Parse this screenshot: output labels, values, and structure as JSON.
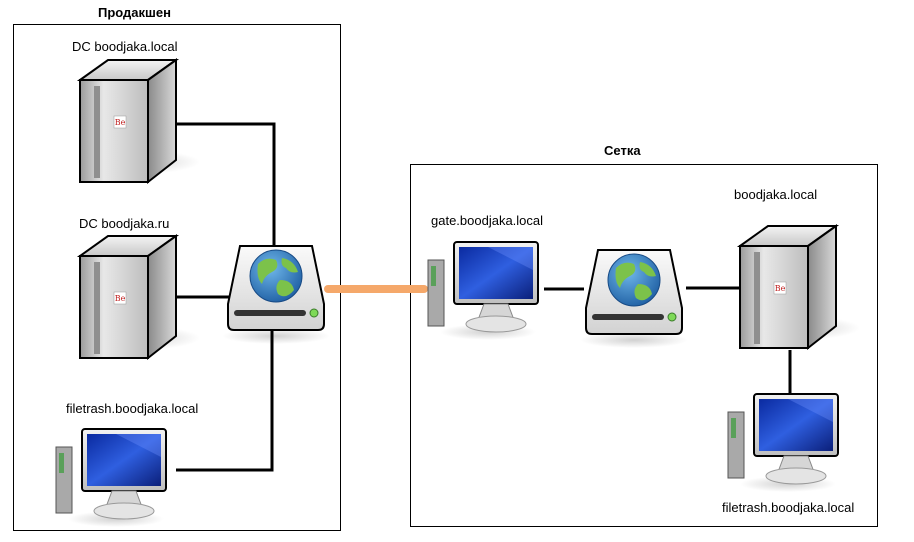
{
  "zones": {
    "production": {
      "title": "Продакшен"
    },
    "network": {
      "title": "Сетка"
    }
  },
  "nodes": {
    "dc_local": {
      "label": "DC boodjaka.local",
      "icon": "server-icon"
    },
    "dc_ru": {
      "label": "DC boodjaka.ru",
      "icon": "server-icon"
    },
    "filetrash_prod": {
      "label": "filetrash.boodjaka.local",
      "icon": "workstation-icon"
    },
    "switch_prod": {
      "label": "",
      "icon": "network-switch-icon"
    },
    "gate": {
      "label": "gate.boodjaka.local",
      "icon": "workstation-icon"
    },
    "switch_net": {
      "label": "",
      "icon": "network-switch-icon"
    },
    "boodjaka": {
      "label": "boodjaka.local",
      "icon": "server-icon"
    },
    "filetrash_net": {
      "label": "filetrash.boodjaka.local",
      "icon": "workstation-icon"
    }
  },
  "colors": {
    "link": "#000000",
    "uplink": "#f5a86a",
    "screen": "#1a3fc4",
    "globe_land": "#7cc24a",
    "globe_water": "#2d7fc1"
  }
}
